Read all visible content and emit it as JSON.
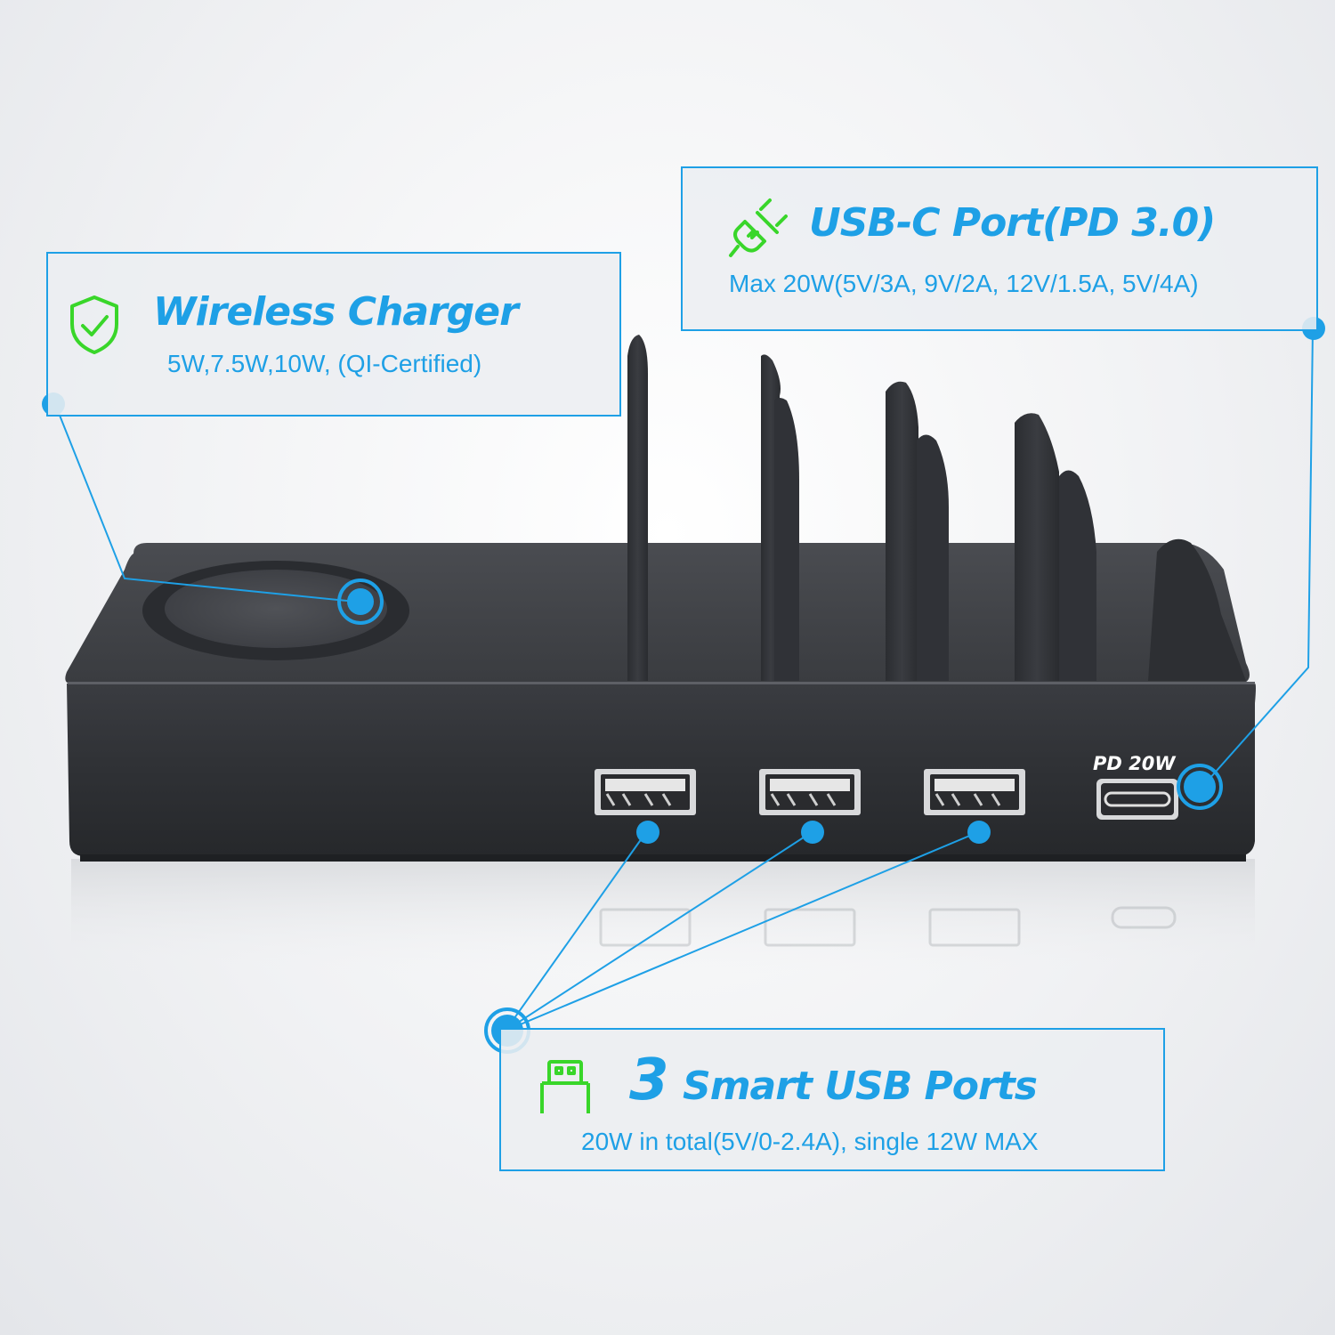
{
  "wireless_charger": {
    "title": "Wireless Charger",
    "subtitle": "5W,7.5W,10W, (QI-Certified)",
    "icon": "shield-check-icon"
  },
  "usb_c_port": {
    "title": "USB-C Port(PD 3.0)",
    "subtitle": "Max 20W(5V/3A, 9V/2A, 12V/1.5A, 5V/4A)",
    "icon": "plug-lightning-icon"
  },
  "smart_usb_ports": {
    "count": "3",
    "title": "Smart USB Ports",
    "subtitle": "20W in total(5V/0-2.4A), single 12W MAX",
    "icon": "usb-connector-icon"
  },
  "device": {
    "port_label": "PD 20W",
    "usb_a_port_count": 3,
    "usb_c_port_count": 1
  },
  "colors": {
    "accent": "#1ea0e6",
    "icon_green": "#39d62a",
    "device_body": "#34363a",
    "background": "#f1f2f4"
  }
}
